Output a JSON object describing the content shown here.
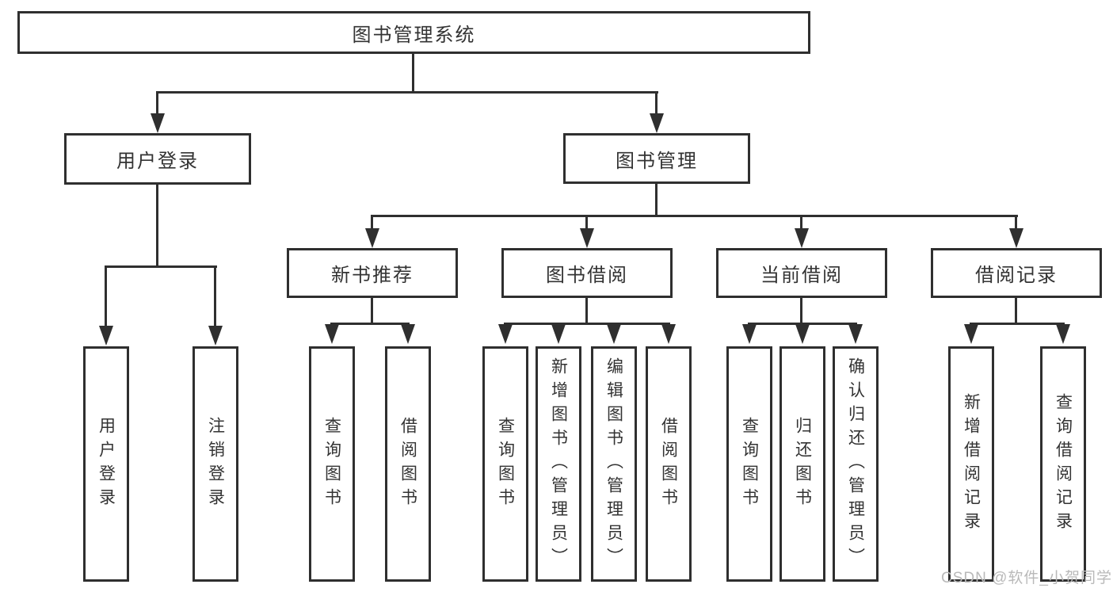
{
  "colors": {
    "line": "#2f2f2f",
    "text": "#333333",
    "watermark": "#b9b9b9",
    "background": "#ffffff"
  },
  "watermark": "CSDN @软件_小贺同学",
  "tree": {
    "label": "图书管理系统",
    "children": [
      {
        "label": "用户登录",
        "children": [
          {
            "label": "用户登录"
          },
          {
            "label": "注销登录"
          }
        ]
      },
      {
        "label": "图书管理",
        "children": [
          {
            "label": "新书推荐",
            "children": [
              {
                "label": "查询图书"
              },
              {
                "label": "借阅图书"
              }
            ]
          },
          {
            "label": "图书借阅",
            "children": [
              {
                "label": "查询图书"
              },
              {
                "label": "新增图书（管理员）"
              },
              {
                "label": "编辑图书（管理员）"
              },
              {
                "label": "借阅图书"
              }
            ]
          },
          {
            "label": "当前借阅",
            "children": [
              {
                "label": "查询图书"
              },
              {
                "label": "归还图书"
              },
              {
                "label": "确认归还（管理员）"
              }
            ]
          },
          {
            "label": "借阅记录",
            "children": [
              {
                "label": "新增借阅记录"
              },
              {
                "label": "查询借阅记录"
              }
            ]
          }
        ]
      }
    ]
  }
}
